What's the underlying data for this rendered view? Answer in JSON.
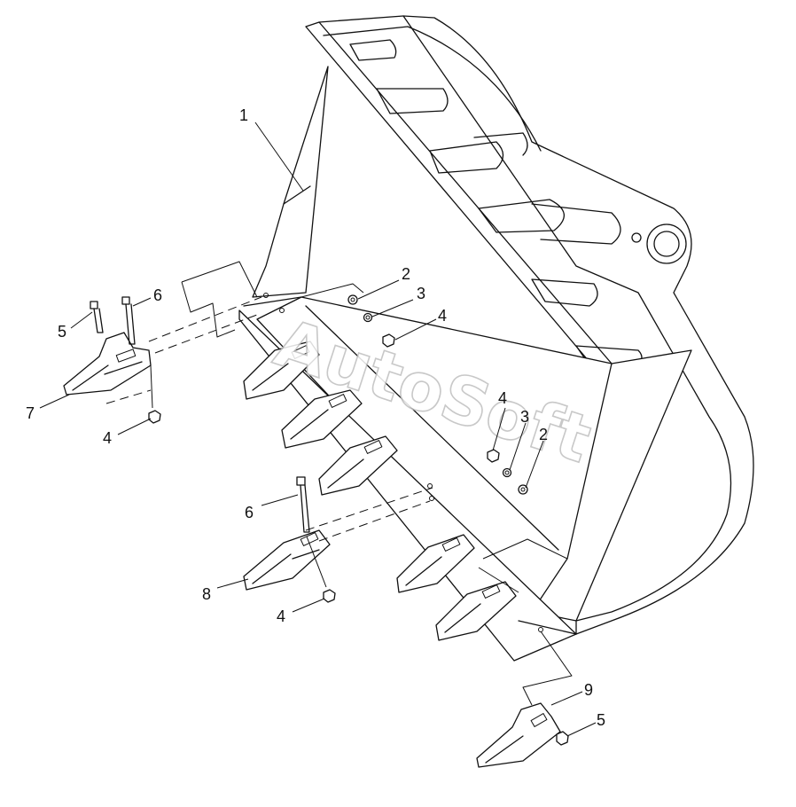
{
  "watermark": "AutoSoft",
  "callouts": [
    "1",
    "2",
    "3",
    "4",
    "4",
    "3",
    "2",
    "5",
    "6",
    "7",
    "4",
    "6",
    "8",
    "4",
    "9",
    "5"
  ],
  "parts": [
    {
      "number": "1",
      "icon": "bucket-body-icon"
    },
    {
      "number": "2",
      "icon": "washer-icon"
    },
    {
      "number": "3",
      "icon": "lock-washer-icon"
    },
    {
      "number": "4",
      "icon": "nut-icon"
    },
    {
      "number": "5",
      "icon": "bolt-icon"
    },
    {
      "number": "6",
      "icon": "bolt-icon"
    },
    {
      "number": "7",
      "icon": "corner-tooth-icon"
    },
    {
      "number": "8",
      "icon": "tooth-icon"
    },
    {
      "number": "9",
      "icon": "corner-tooth-icon"
    }
  ]
}
